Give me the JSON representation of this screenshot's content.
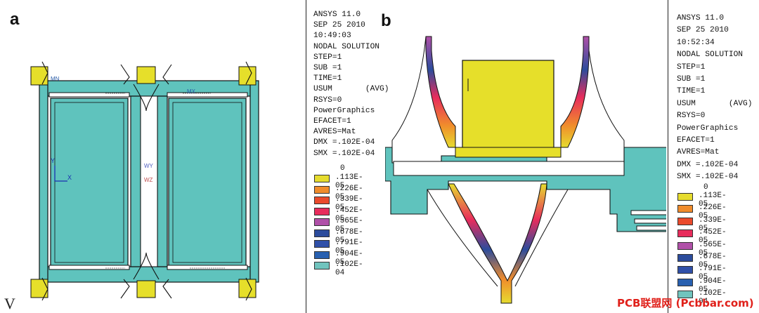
{
  "panel_a": {
    "label": "a",
    "info": {
      "title": "ANSYS 11.0",
      "date": "SEP 25 2010",
      "time": "10:49:03",
      "solution": "NODAL SOLUTION",
      "step": "STEP=1",
      "sub": "SUB =1",
      "time_val": "TIME=1",
      "usum": "USUM       (AVG)",
      "rsys": "RSYS=0",
      "pg": "PowerGraphics",
      "efacet": "EFACET=1",
      "avres": "AVRES=Mat",
      "dmx": "DMX =.102E-04",
      "smx": "SMX =.102E-04"
    },
    "triad": {
      "y": "Y",
      "x": "X"
    },
    "markers": {
      "mn": "MN",
      "mx": "MX",
      "wy": "WY",
      "wz": "WZ"
    }
  },
  "panel_b": {
    "label": "b",
    "info": {
      "title": "ANSYS 11.0",
      "date": "SEP 25 2010",
      "time": "10:52:34",
      "solution": "NODAL SOLUTION",
      "step": "STEP=1",
      "sub": "SUB =1",
      "time_val": "TIME=1",
      "usum": "USUM       (AVG)",
      "rsys": "RSYS=0",
      "pg": "PowerGraphics",
      "efacet": "EFACET=1",
      "avres": "AVRES=Mat",
      "dmx": "DMX =.102E-04",
      "smx": "SMX =.102E-04"
    }
  },
  "legend": {
    "zero": "0",
    "items": [
      {
        "value": ".113E-05",
        "color": "#e6dc2e"
      },
      {
        "value": ".226E-05",
        "color": "#f08c2c"
      },
      {
        "value": ".339E-05",
        "color": "#ea4a2c"
      },
      {
        "value": ".452E-05",
        "color": "#e82c5c"
      },
      {
        "value": ".565E-05",
        "color": "#b050a8"
      },
      {
        "value": ".678E-05",
        "color": "#2c4c9c"
      },
      {
        "value": ".791E-05",
        "color": "#3050a8"
      },
      {
        "value": ".904E-05",
        "color": "#2860b0"
      },
      {
        "value": ".102E-04",
        "color": "#70c4be"
      }
    ]
  },
  "corner_letter": "V",
  "watermark": "PCB联盟网 (Pcbbar.com)",
  "colors": {
    "teal": "#5fc3bd",
    "yellow": "#e6df2a",
    "outline": "#111111"
  }
}
